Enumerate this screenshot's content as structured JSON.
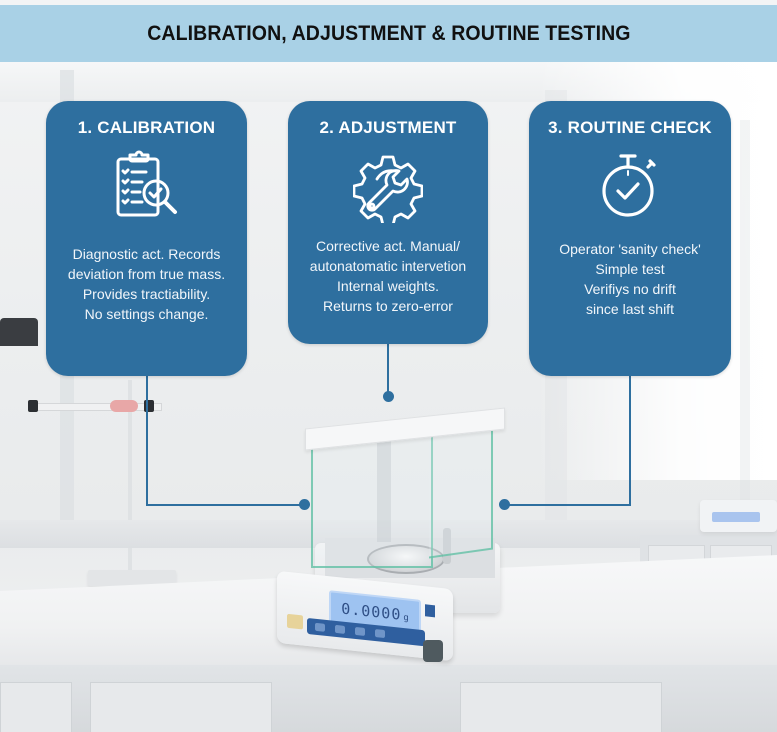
{
  "header": {
    "title": "CALIBRATION, ADJUSTMENT & ROUTINE TESTING"
  },
  "colors": {
    "title_bar": "#a9d1e6",
    "card": "#2e6f9f",
    "connector": "#2e6f9f",
    "text_on_card": "#ffffff"
  },
  "cards": [
    {
      "title": "1. CALIBRATION",
      "icon": "clipboard-checklist-magnifier-icon",
      "lines": [
        "Diagnostic act. Records",
        "deviation from true mass.",
        "Provides tractiability.",
        "No settings change."
      ]
    },
    {
      "title": "2. ADJUSTMENT",
      "icon": "gear-wrench-icon",
      "lines": [
        "Corrective act. Manual/",
        "autonatomatic intervetion",
        "Internal weights.",
        "Returns to zero-error"
      ]
    },
    {
      "title": "3. ROUTINE CHECK",
      "icon": "stopwatch-check-icon",
      "lines": [
        "Operator 'sanity check'",
        "Simple test",
        "Verifiys no drift",
        "since last shift"
      ]
    }
  ],
  "balance": {
    "display_value": "0.0000",
    "display_unit": "g"
  }
}
